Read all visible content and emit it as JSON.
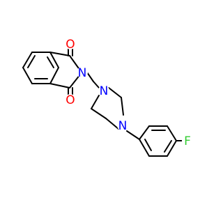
{
  "molecule": {
    "atoms": {
      "o_top": {
        "label": "O",
        "color": "#ff0000"
      },
      "o_bottom": {
        "label": "O",
        "color": "#ff0000"
      },
      "n_imide": {
        "label": "N",
        "color": "#0000ff"
      },
      "n_pip_top": {
        "label": "N",
        "color": "#0000ff"
      },
      "n_pip_bottom": {
        "label": "N",
        "color": "#0000ff"
      },
      "f": {
        "label": "F",
        "color": "#33cc33"
      }
    },
    "bond_color": "#000000"
  }
}
